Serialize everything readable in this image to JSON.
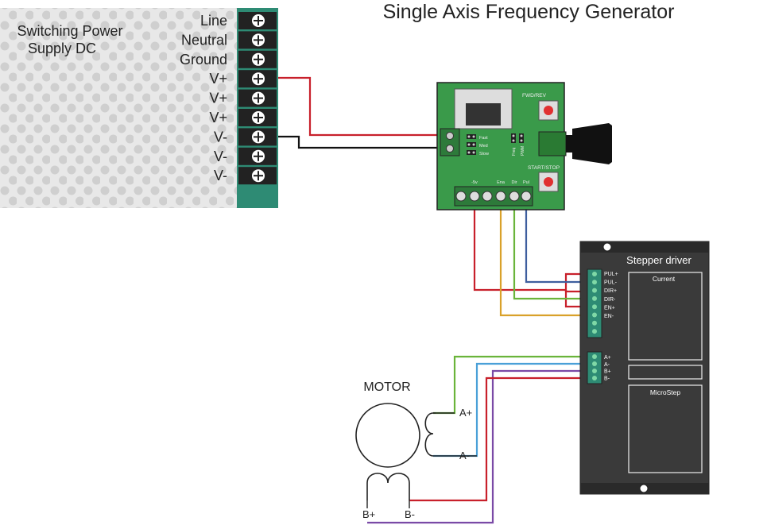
{
  "title": "Single Axis Frequency Generator",
  "power_supply": {
    "label_line1": "Switching Power",
    "label_line2": "Supply DC",
    "terminals": [
      "Line",
      "Neutral",
      "Ground",
      "V+",
      "V+",
      "V+",
      "V-",
      "V-",
      "V-"
    ]
  },
  "generator": {
    "fwd_rev": "FWD/REV",
    "start_stop": "START/STOP",
    "speed_fast": "Fast",
    "speed_med": "Med",
    "speed_slow": "Slow",
    "freq": "Freq",
    "pwm": "PWM",
    "pins": [
      "-5v",
      "Ena",
      "Dir",
      "Pul"
    ]
  },
  "driver": {
    "title": "Stepper driver",
    "signal_pins": [
      "PUL+",
      "PUL-",
      "DIR+",
      "DIR-",
      "EN+",
      "EN-"
    ],
    "motor_pins": [
      "A+",
      "A-",
      "B+",
      "B-"
    ],
    "current_label": "Current",
    "microstep_label": "MicroStep"
  },
  "motor": {
    "label": "MOTOR",
    "a_plus": "A+",
    "a_minus": "A-",
    "b_plus": "B+",
    "b_minus": "B-"
  },
  "colors": {
    "red_wire": "#c8202b",
    "black_wire": "#111111",
    "blue_wire": "#3e5e9e",
    "green_wire": "#6ab43a",
    "orange_wire": "#d9a12a",
    "pcb_green": "#3a9a4a",
    "driver_body": "#3a3a3a",
    "terminal_teal": "#2e8b74"
  }
}
